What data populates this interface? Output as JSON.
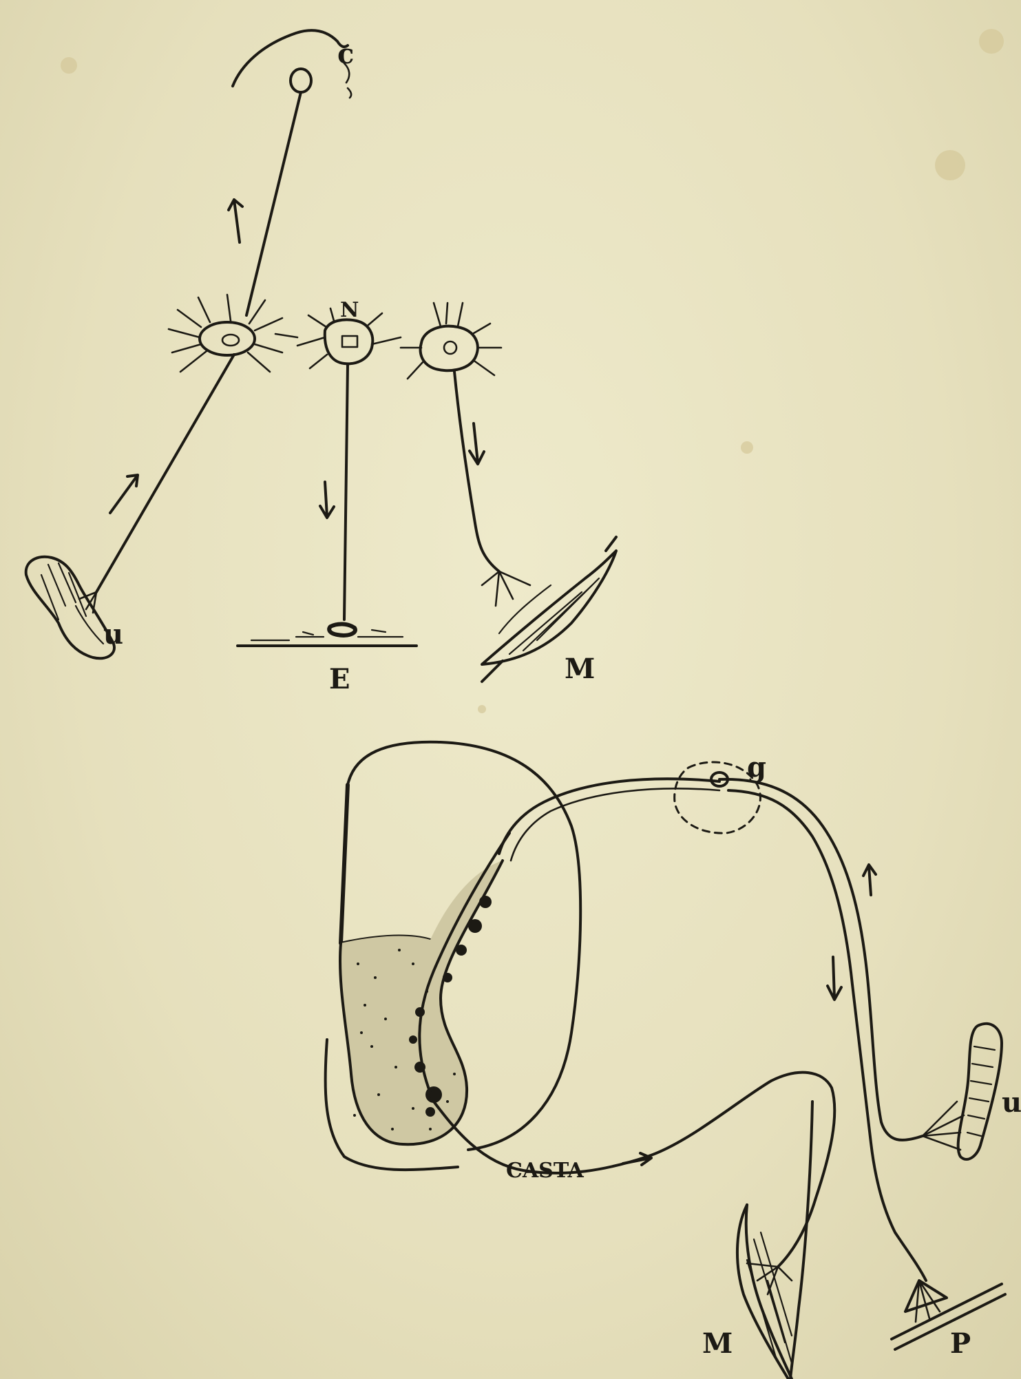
{
  "labels": {
    "brain_top": "c",
    "receptor_top": "u",
    "effector_mid": "E",
    "muscle_top": "M",
    "neuron_mid": "N",
    "ganglion": "g",
    "pathway_text": "CASTA",
    "receptor_bottom": "u",
    "muscle_bottom": "M",
    "effector_bottom": "P"
  },
  "colors": {
    "paper": "#e9e4c2",
    "ink": "#1c1a14"
  }
}
